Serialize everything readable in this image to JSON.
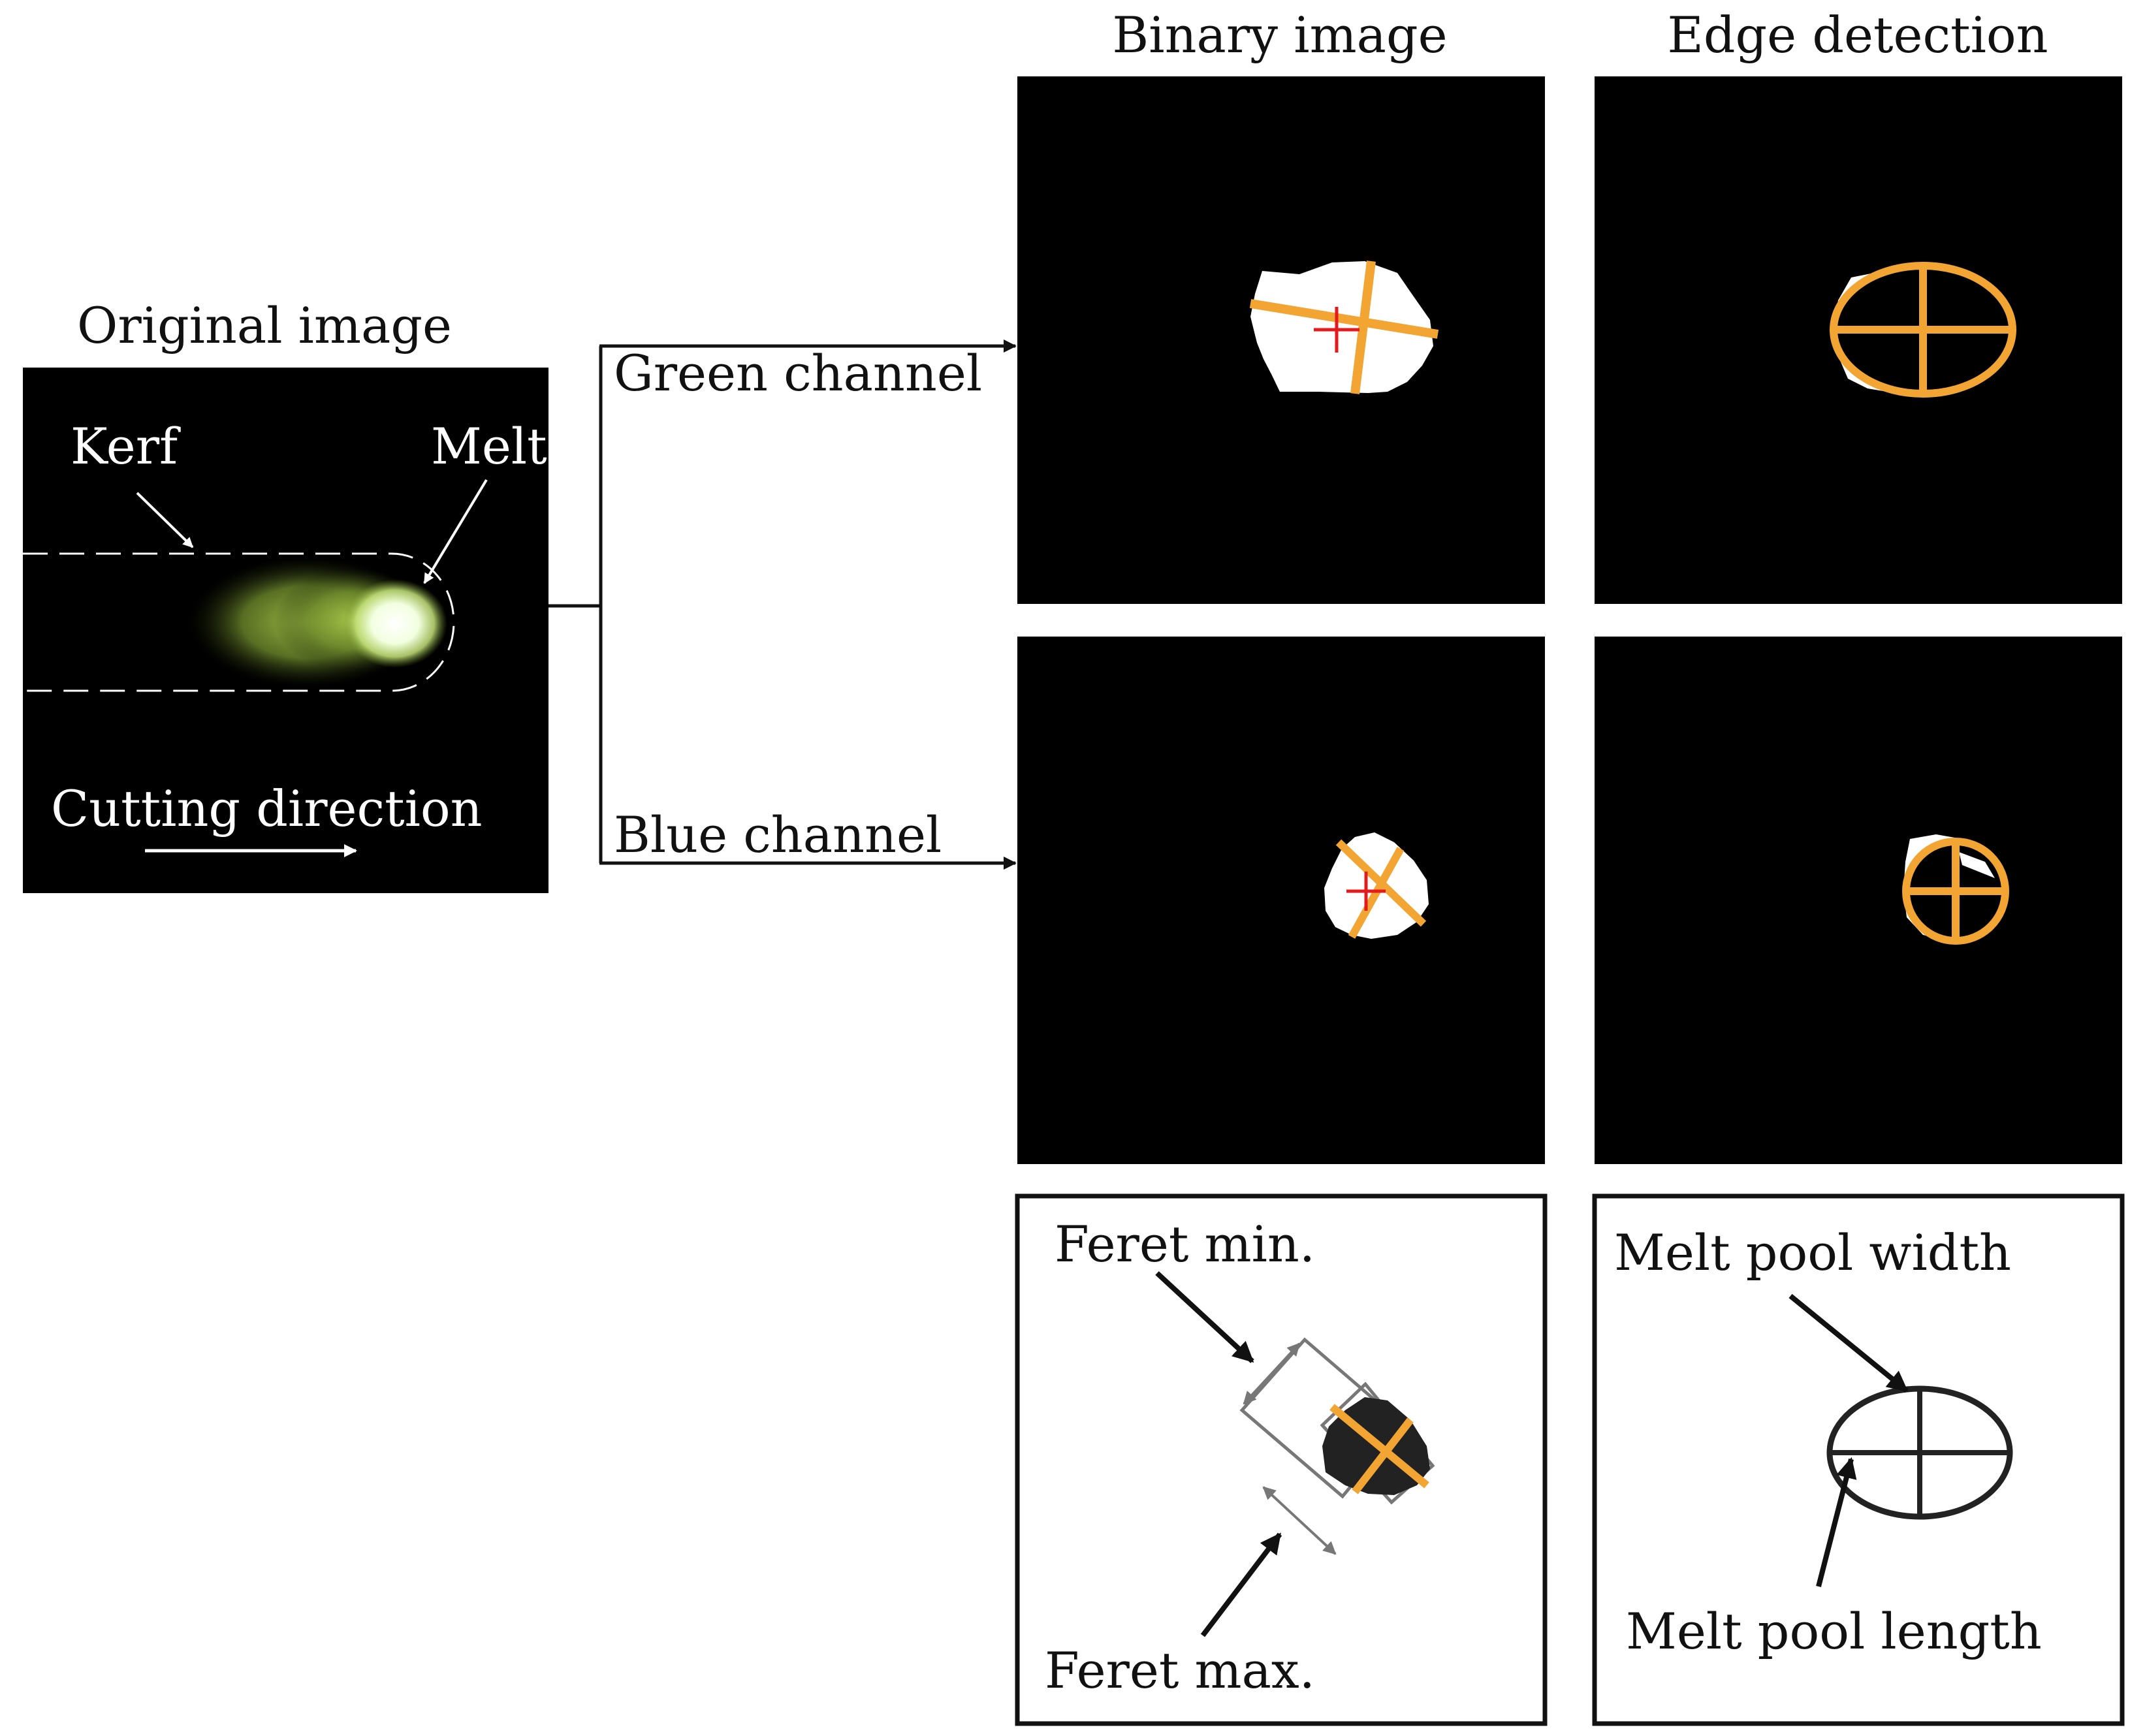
{
  "headers": {
    "original": "Original image",
    "binary": "Binary image",
    "edge": "Edge detection"
  },
  "original_labels": {
    "kerf": "Kerf",
    "melt": "Melt",
    "cutting_direction": "Cutting direction"
  },
  "channels": {
    "green": "Green channel",
    "blue": "Blue channel"
  },
  "legend_feret": {
    "min": "Feret min.",
    "max": "Feret max."
  },
  "legend_melt_pool": {
    "width": "Melt pool width",
    "length": "Melt pool length"
  },
  "colors": {
    "panel_bg": "#000000",
    "blob": "#ffffff",
    "fit_lines": "#f3a533",
    "centroid": "#e41a1c",
    "legend_blob": "#222222",
    "feret_box": "#777777",
    "melt_glow": "#8da63a",
    "melt_core": "#f4ffe4"
  }
}
